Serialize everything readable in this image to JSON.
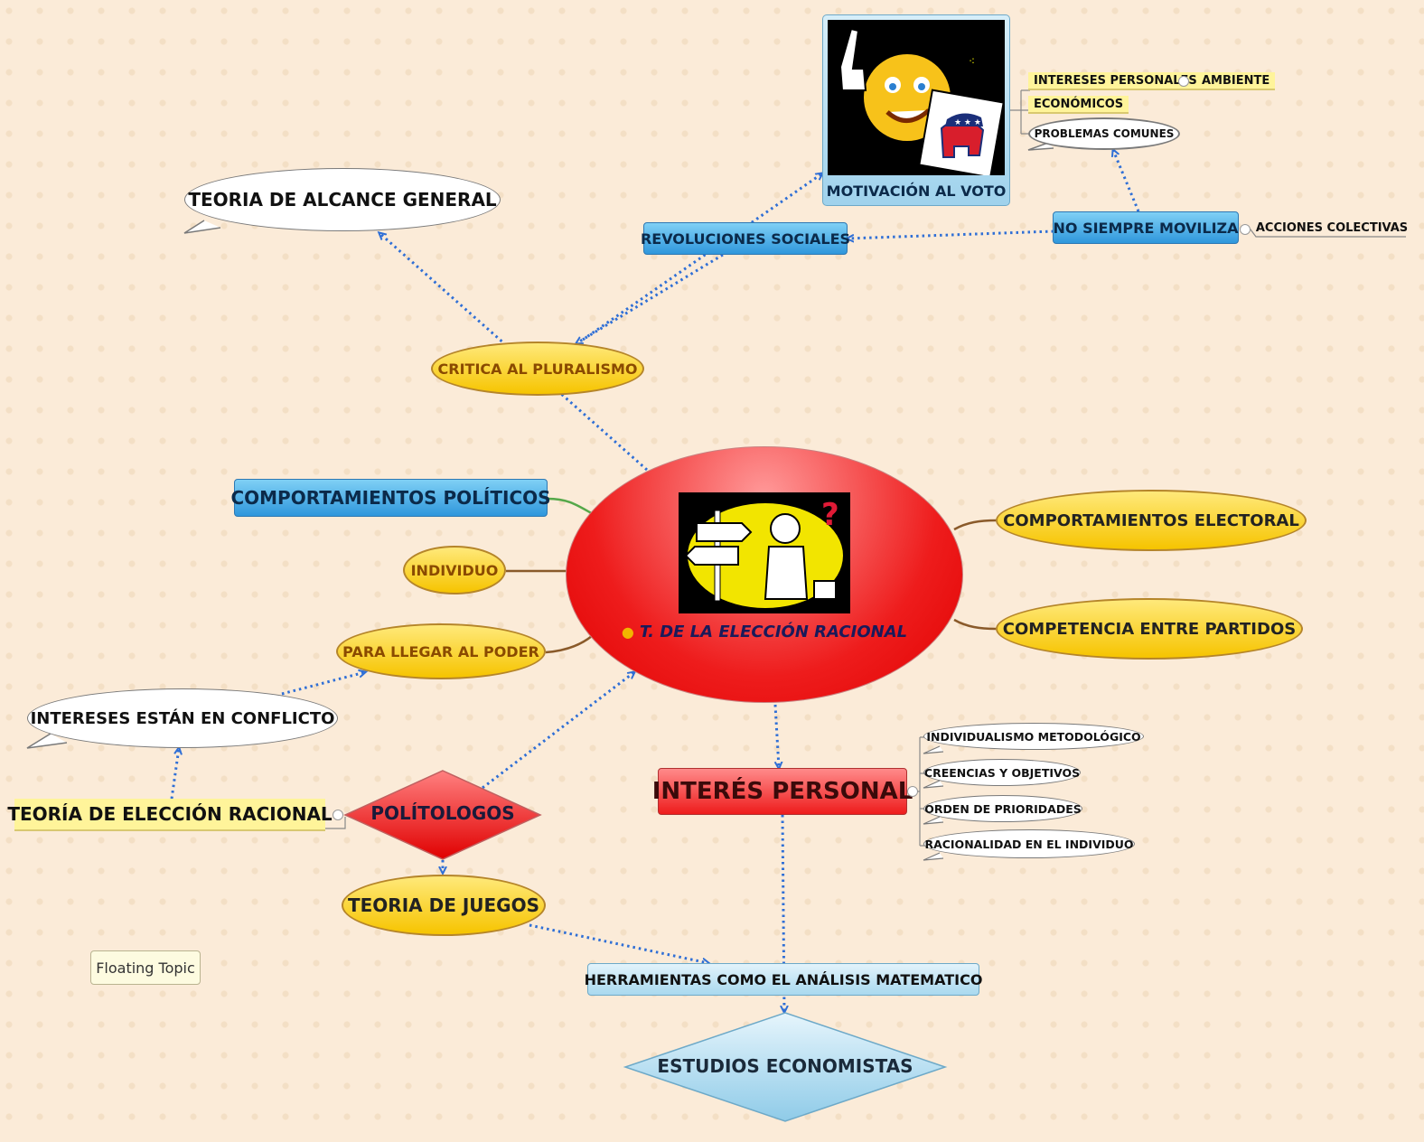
{
  "central": {
    "title": "T. DE LA ELECCIÓN  RACIONAL",
    "icon": "lightbulb-icon",
    "picture": "signpost-detective-icon"
  },
  "nodes": {
    "teoria_alcance_general": "TEORIA DE ALCANCE GENERAL",
    "critica_pluralismo": "CRITICA AL PLURALISMO",
    "revoluciones_sociales": "REVOLUCIONES SOCIALES",
    "motivacion_voto": "MOTIVACIÓN AL VOTO",
    "no_siempre_moviliza": "NO SIEMPRE MOVILIZA",
    "acciones_colectivas": "ACCIONES COLECTIVAS",
    "intereses_personales": "INTERESES PERSONALES",
    "ambiente": "AMBIENTE",
    "economicos": "ECONÓMICOS",
    "problemas_comunes": "PROBLEMAS COMUNES",
    "comportamientos_politicos": "COMPORTAMIENTOS POLÍTICOS",
    "individuo": "INDIVIDUO",
    "para_llegar_poder": "PARA LLEGAR AL PODER",
    "intereses_conflicto": "INTERESES ESTÁN EN CONFLICTO",
    "teoria_eleccion_racional": "TEORÍA DE ELECCIÓN RACIONAL",
    "politologos": "POLÍTOLOGOS",
    "teoria_juegos": "TEORIA DE JUEGOS",
    "floating_topic": "Floating Topic",
    "comportamientos_electoral": "COMPORTAMIENTOS ELECTORAL",
    "competencia_partidos": "COMPETENCIA ENTRE PARTIDOS",
    "interes_personal": "INTERÉS PERSONAL",
    "individualismo": "INDIVIDUALISMO METODOLÓGICO",
    "creencias": "CREENCIAS Y OBJETIVOS",
    "orden_prioridades": "ORDEN DE PRIORIDADES",
    "racionalidad": "RACIONALIDAD EN EL INDIVIDUO",
    "herramientas": "HERRAMIENTAS COMO EL ANÁLISIS MATEMATICO",
    "estudios_economistas": "ESTUDIOS ECONOMISTAS"
  },
  "colors": {
    "background": "#fbebd8",
    "relationship": "#2f6fd6",
    "central_red": "#ee1c1c",
    "topic_yellow": "#f6c400",
    "topic_blue": "#2f97dc"
  }
}
